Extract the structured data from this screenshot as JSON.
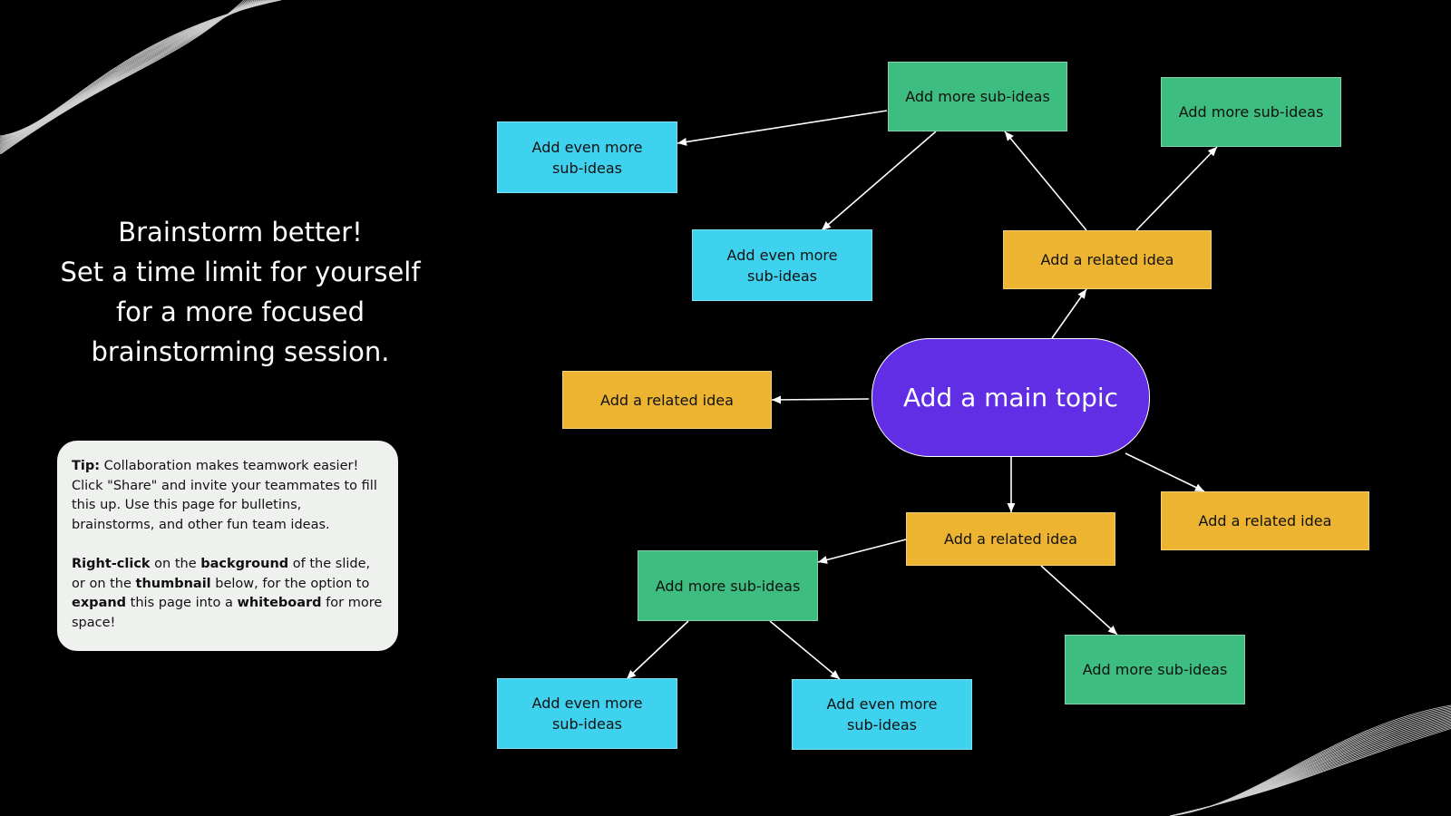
{
  "headline": {
    "lines": [
      "Brainstorm better!",
      "Set a time limit for yourself",
      "for a more focused",
      "brainstorming session."
    ]
  },
  "tip": {
    "p1_tip_label": "Tip:",
    "p1_text": " Collaboration makes teamwork easier! Click \"Share\" and invite your teammates to fill this up. Use this page for bulletins, brainstorms, and other fun team ideas.",
    "p2_parts": [
      {
        "text": "Right-click",
        "bold": true
      },
      {
        "text": " on the ",
        "bold": false
      },
      {
        "text": "background",
        "bold": true
      },
      {
        "text": " of the slide, or on the ",
        "bold": false
      },
      {
        "text": "thumbnail",
        "bold": true
      },
      {
        "text": " below, for the option to ",
        "bold": false
      },
      {
        "text": "expand",
        "bold": true
      },
      {
        "text": " this page into a ",
        "bold": false
      },
      {
        "text": "whiteboard",
        "bold": true
      },
      {
        "text": " for more space!",
        "bold": false
      }
    ]
  },
  "mindmap": {
    "colors": {
      "main": "#612ee6",
      "related": "#edb432",
      "sub": "#3dbd80",
      "subsub": "#3ed2ef",
      "background": "#000000",
      "connector": "#ffffff"
    },
    "main_topic": "Add a main topic",
    "related_ideas": [
      "Add a related idea",
      "Add a related idea",
      "Add a related idea",
      "Add a related idea"
    ],
    "sub_ideas": [
      "Add more sub-ideas",
      "Add more sub-ideas",
      "Add more sub-ideas",
      "Add more sub-ideas"
    ],
    "even_more": [
      "Add even more\nsub-ideas",
      "Add even more\nsub-ideas",
      "Add even more\nsub-ideas",
      "Add even more\nsub-ideas"
    ]
  }
}
